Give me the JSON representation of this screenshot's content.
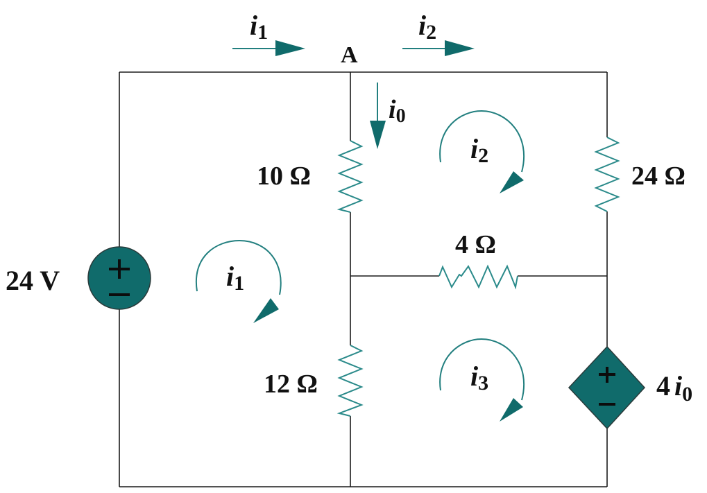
{
  "diagram": {
    "type": "circuit",
    "colors": {
      "component": "#106b6b",
      "resistor": "#2a8a8a",
      "wire": "#1a1a1a",
      "text": "#111111"
    },
    "node_label": "A",
    "source": {
      "label": "24 V",
      "polarity_plus": "+",
      "polarity_minus": "−"
    },
    "dependent_source": {
      "coefficient": "4",
      "symbol": "i",
      "subscript": "0",
      "polarity_plus": "+",
      "polarity_minus": "−"
    },
    "resistors": {
      "r10": "10 Ω",
      "r24": "24 Ω",
      "r4": "4 Ω",
      "r12": "12 Ω"
    },
    "branch_currents": {
      "top_left": {
        "symbol": "i",
        "subscript": "1"
      },
      "top_right": {
        "symbol": "i",
        "subscript": "2"
      },
      "down": {
        "symbol": "i",
        "subscript": "0"
      }
    },
    "mesh_currents": {
      "mesh1": {
        "symbol": "i",
        "subscript": "1"
      },
      "mesh2": {
        "symbol": "i",
        "subscript": "2"
      },
      "mesh3": {
        "symbol": "i",
        "subscript": "3"
      }
    }
  }
}
